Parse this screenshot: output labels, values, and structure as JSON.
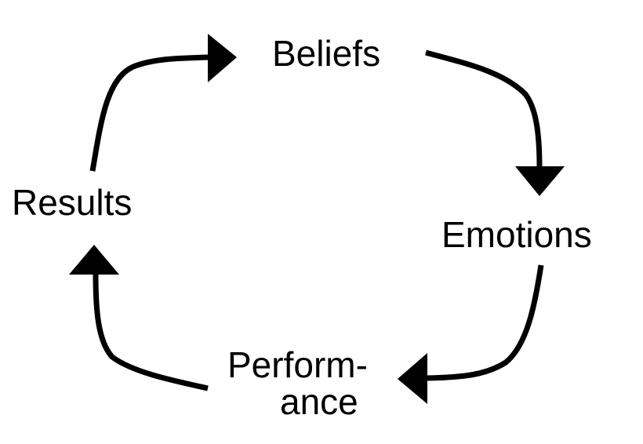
{
  "diagram": {
    "type": "cycle",
    "nodes": [
      {
        "id": "beliefs",
        "label": "Beliefs"
      },
      {
        "id": "emotions",
        "label": "Emotions"
      },
      {
        "id": "performance",
        "label_line1": "Perform-",
        "label_line2": "ance"
      },
      {
        "id": "results",
        "label": "Results"
      }
    ],
    "edges": [
      {
        "from": "results",
        "to": "beliefs"
      },
      {
        "from": "beliefs",
        "to": "emotions"
      },
      {
        "from": "emotions",
        "to": "performance"
      },
      {
        "from": "performance",
        "to": "results"
      }
    ],
    "colors": {
      "ink": "#000000",
      "background": "#ffffff"
    }
  }
}
